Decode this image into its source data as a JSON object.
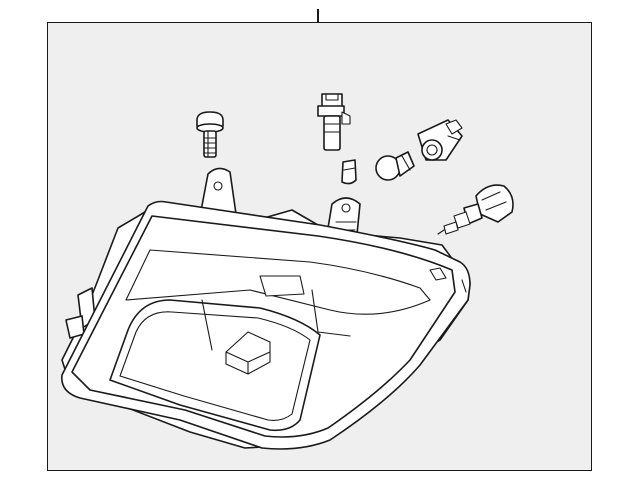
{
  "diagram": {
    "parts": [
      {
        "id": "headlamp-housing",
        "icon": "headlamp-assembly"
      },
      {
        "id": "mounting-bolt",
        "icon": "bolt"
      },
      {
        "id": "bulb-socket-connector",
        "icon": "socket"
      },
      {
        "id": "wedge-bulb",
        "icon": "small-bulb"
      },
      {
        "id": "round-bulb",
        "icon": "bulb"
      },
      {
        "id": "twist-socket",
        "icon": "socket"
      },
      {
        "id": "halogen-bulb",
        "icon": "halogen-bulb"
      }
    ],
    "colors": {
      "frame_background": "#efefef",
      "line": "#1a1a1a",
      "part_fill": "#ffffff"
    }
  }
}
